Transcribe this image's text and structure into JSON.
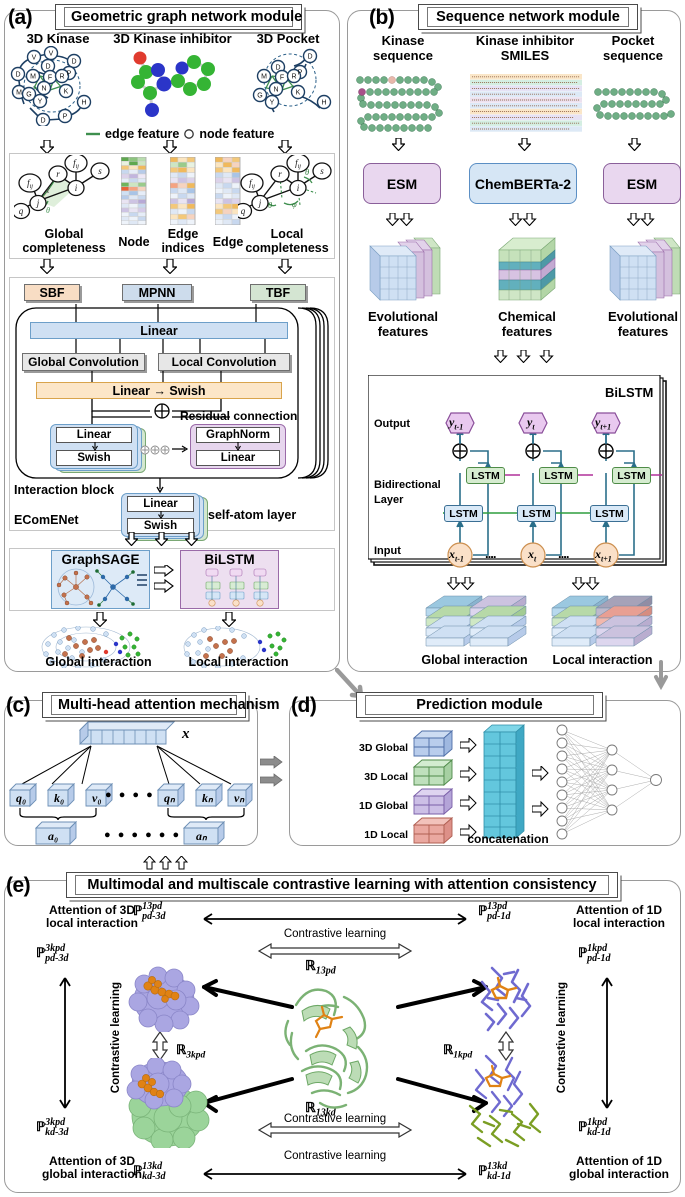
{
  "panels": {
    "a": {
      "letter": "(a)",
      "title": "Geometric graph network module"
    },
    "b": {
      "letter": "(b)",
      "title": "Sequence network module"
    },
    "c": {
      "letter": "(c)",
      "title": "Multi-head attention mechanism"
    },
    "d": {
      "letter": "(d)",
      "title": "Prediction module"
    },
    "e": {
      "letter": "(e)",
      "title": "Multimodal and multiscale contrastive learning with attention consistency"
    }
  },
  "panel_a": {
    "inputs": [
      {
        "label": "3D Kinase"
      },
      {
        "label": "3D Kinase inhibitor"
      },
      {
        "label": "3D Pocket"
      }
    ],
    "legend": {
      "edge": "edge feature",
      "node": "node feature"
    },
    "features": [
      {
        "label": "Global\ncompleteness",
        "line1": "Global",
        "line2": "completeness"
      },
      {
        "label": "Node",
        "line1": "Node",
        "line2": ""
      },
      {
        "label": "Edge indices",
        "line1": "Edge",
        "line2": "indices"
      },
      {
        "label": "Edge",
        "line1": "Edge",
        "line2": ""
      },
      {
        "label": "Local completeness",
        "line1": "Local",
        "line2": "completeness"
      }
    ],
    "graph_nodes_kinase": [
      "V",
      "V",
      "D",
      "D",
      "D",
      "P",
      "M",
      "F",
      "R",
      "M",
      "G",
      "N",
      "K",
      "Y",
      "H",
      "D",
      "P"
    ],
    "graph_nodes_pocket": [
      "D",
      "D",
      "P",
      "M",
      "F",
      "R",
      "G",
      "N",
      "K",
      "Y",
      "H"
    ],
    "math_nodes": [
      "f_ij",
      "f_ij",
      "r",
      "s",
      "i",
      "j",
      "q",
      "t",
      "θ",
      "φ"
    ],
    "ecomenet": {
      "basis": [
        {
          "label": "SBF",
          "color": "#f8ddc4"
        },
        {
          "label": "MPNN",
          "color": "#cddcec"
        },
        {
          "label": "TBF",
          "color": "#d4e5d2"
        }
      ],
      "linear_top": "Linear",
      "conv_left": "Global Convolution",
      "conv_right": "Local Convolution",
      "linear_swish": "Linear → Swish",
      "residual": "Residual connection",
      "left_block": [
        "Linear",
        "Swish"
      ],
      "right_block": [
        "GraphNorm",
        "Linear"
      ],
      "interaction_block": "Interaction block",
      "self_atom_block": [
        "Linear",
        "Swish"
      ],
      "self_atom_label": "self-atom layer",
      "net_name": "EComENet"
    },
    "downstream": [
      {
        "label": "GraphSAGE",
        "color": "#ddeaf7",
        "border": "#6d9fc9"
      },
      {
        "label": "BiLSTM",
        "color": "#eddff0",
        "border": "#9a6aa8"
      }
    ],
    "outputs": [
      {
        "label": "Global interaction"
      },
      {
        "label": "Local interaction"
      }
    ]
  },
  "panel_b": {
    "inputs": [
      {
        "line1": "Kinase",
        "line2": "sequence"
      },
      {
        "line1": "Kinase inhibitor",
        "line2": "SMILES"
      },
      {
        "line1": "Pocket",
        "line2": "sequence"
      }
    ],
    "encoders": [
      {
        "label": "ESM",
        "fill": "#e9d7ef",
        "border": "#8a5f9a"
      },
      {
        "label": "ChemBERTa-2",
        "fill": "#d6e6f5",
        "border": "#5b8fc4"
      },
      {
        "label": "ESM",
        "fill": "#e9d7ef",
        "border": "#8a5f9a"
      }
    ],
    "features": [
      {
        "line1": "Evolutional",
        "line2": "features"
      },
      {
        "line1": "Chemical",
        "line2": "features"
      },
      {
        "line1": "Evolutional",
        "line2": "features"
      }
    ],
    "bilstm": {
      "title": "BiLSTM",
      "row_labels": {
        "output": "Output",
        "bidir_line1": "Bidirectional",
        "bidir_line2": "Layer",
        "input": "Input"
      },
      "outputs": [
        "y_{t-1}",
        "y_t",
        "y_{t+1}"
      ],
      "inputs": [
        "x_{t-1}",
        "x_t",
        "x_{t+1}"
      ],
      "cell_label": "LSTM",
      "dots": "...."
    },
    "outputs": [
      {
        "label": "Global interaction"
      },
      {
        "label": "Local interaction"
      }
    ]
  },
  "panel_c": {
    "x_label": "x",
    "qkv": [
      {
        "q": "q₀",
        "k": "k₀",
        "v": "v₀",
        "a": "a₀"
      },
      {
        "q": "qₙ",
        "k": "kₙ",
        "v": "vₙ",
        "a": "aₙ"
      }
    ],
    "dots_mid": "● ● ● ●",
    "dots_bottom": "● ● ● ● ● ●"
  },
  "panel_d": {
    "inputs": [
      {
        "label": "3D Global",
        "color": "#b9cdec",
        "top": "#cddcf2",
        "side": "#9fb8e0"
      },
      {
        "label": "3D Local",
        "color": "#bfe0bc",
        "top": "#d3ecd0",
        "side": "#a6d0a2"
      },
      {
        "label": "1D Global",
        "color": "#ccbfe6",
        "top": "#ded4f0",
        "side": "#b4a4d8"
      },
      {
        "label": "1D Local",
        "color": "#eaa8a0",
        "top": "#f2c2bb",
        "side": "#dd9088"
      }
    ],
    "concat_label": "concatenation"
  },
  "panel_e": {
    "corners": {
      "tl": {
        "caption_l1": "Attention of 3D",
        "caption_l2": "local interaction",
        "p_top": "P",
        "p_top_sup": "13pd",
        "p_top_sub": "pd-3d",
        "p_side": "P",
        "p_side_sup": "3kpd",
        "p_side_sub": "pd-3d"
      },
      "bl": {
        "caption_l1": "Attention of 3D",
        "caption_l2": "global interaction",
        "p_bot": "P",
        "p_bot_sup": "13kd",
        "p_bot_sub": "kd-3d",
        "p_side": "P",
        "p_side_sup": "3kpd",
        "p_side_sub": "kd-3d"
      },
      "tr": {
        "caption_l1": "Attention of 1D",
        "caption_l2": "local interaction",
        "p_top": "P",
        "p_top_sup": "13pd",
        "p_top_sub": "pd-1d",
        "p_side": "P",
        "p_side_sup": "1kpd",
        "p_side_sub": "pd-1d"
      },
      "br": {
        "caption_l1": "Attention of 1D",
        "caption_l2": "global interaction",
        "p_bot": "P",
        "p_bot_sup": "13kd",
        "p_bot_sub": "kd-1d",
        "p_side": "P",
        "p_side_sup": "1kpd",
        "p_side_sub": "kd-1d"
      }
    },
    "contrastive_label": "Contrastive learning",
    "relations": {
      "top": {
        "sym": "R",
        "sub": "13pd"
      },
      "bottom": {
        "sym": "R",
        "sub": "13kd"
      },
      "left": {
        "sym": "R",
        "sub": "3kpd"
      },
      "right": {
        "sym": "R",
        "sub": "1kpd"
      }
    }
  },
  "colors": {
    "linear_blue": "#cfe0f3",
    "conv_gray": "#e7e7e7",
    "swish_orange": "#fce6c8",
    "left_block": "#cfe0f3",
    "right_block": "#e7d6ee",
    "protein_green": "#a9cfa4",
    "protein_purple": "#a8a6e0",
    "ligand_orange": "#e08214"
  }
}
